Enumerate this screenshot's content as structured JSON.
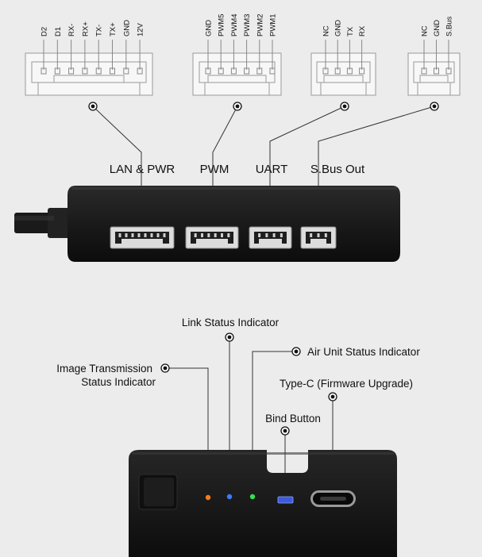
{
  "connectors": [
    {
      "id": "lan",
      "pins": [
        "D2",
        "D1",
        "RX-",
        "RX+",
        "TX-",
        "TX+",
        "GND",
        "12V"
      ]
    },
    {
      "id": "pwm",
      "pins": [
        "GND",
        "PWM5",
        "PWM4",
        "PWM3",
        "PWM2",
        "PWM1"
      ]
    },
    {
      "id": "uart",
      "pins": [
        "NC",
        "GND",
        "TX",
        "RX"
      ]
    },
    {
      "id": "sbus",
      "pins": [
        "NC",
        "GND",
        "S.Bus"
      ]
    }
  ],
  "port_labels": {
    "lan": "LAN & PWR",
    "pwm": "PWM",
    "uart": "UART",
    "sbus": "S.Bus Out"
  },
  "indicators": {
    "link": "Link Status Indicator",
    "air": "Air Unit Status Indicator",
    "image_line1": "Image Transmission",
    "image_line2": "Status Indicator",
    "typec": "Type-C (Firmware Upgrade)",
    "bind": "Bind Button"
  },
  "colors": {
    "led_orange": "#ff7a1a",
    "led_blue": "#3b7bff",
    "led_green": "#36e04a",
    "bind_button": "#3d5bd8"
  }
}
